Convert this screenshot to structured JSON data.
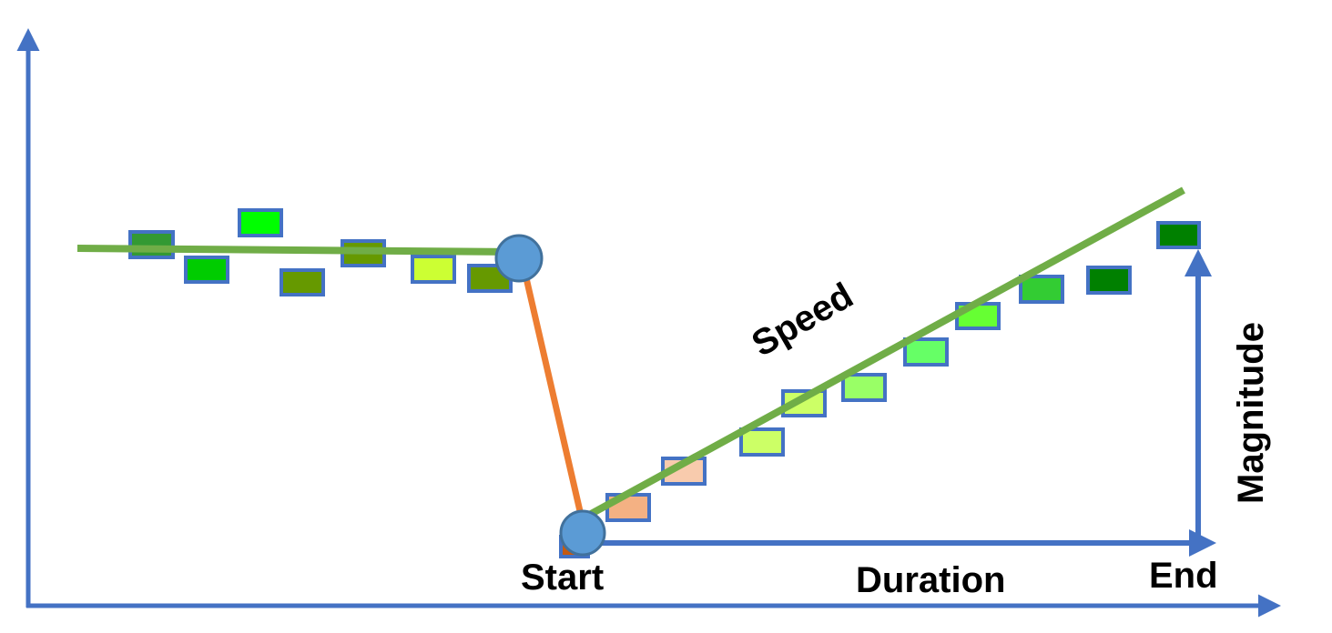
{
  "labels": {
    "start": "Start",
    "end": "End",
    "duration": "Duration",
    "magnitude": "Magnitude",
    "speed": "Speed"
  },
  "colors": {
    "axis": "#4472C4",
    "trend_line": "#70AD47",
    "drop_line": "#ED7D31",
    "node_fill": "#5B9BD5",
    "node_stroke": "#41719C",
    "marker_border": "#4472C4"
  },
  "markers": {
    "before_start": [
      "#339933",
      "#00CC00",
      "#00FF00",
      "#669900",
      "#669900",
      "#CCFF33",
      "#669900"
    ],
    "after_start": [
      "#C55A11",
      "#F4B183",
      "#F8CBAD",
      "#CCFF66",
      "#CCFF66",
      "#99FF66",
      "#66FF66",
      "#66FF33",
      "#33CC33",
      "#008000",
      "#008000"
    ]
  }
}
